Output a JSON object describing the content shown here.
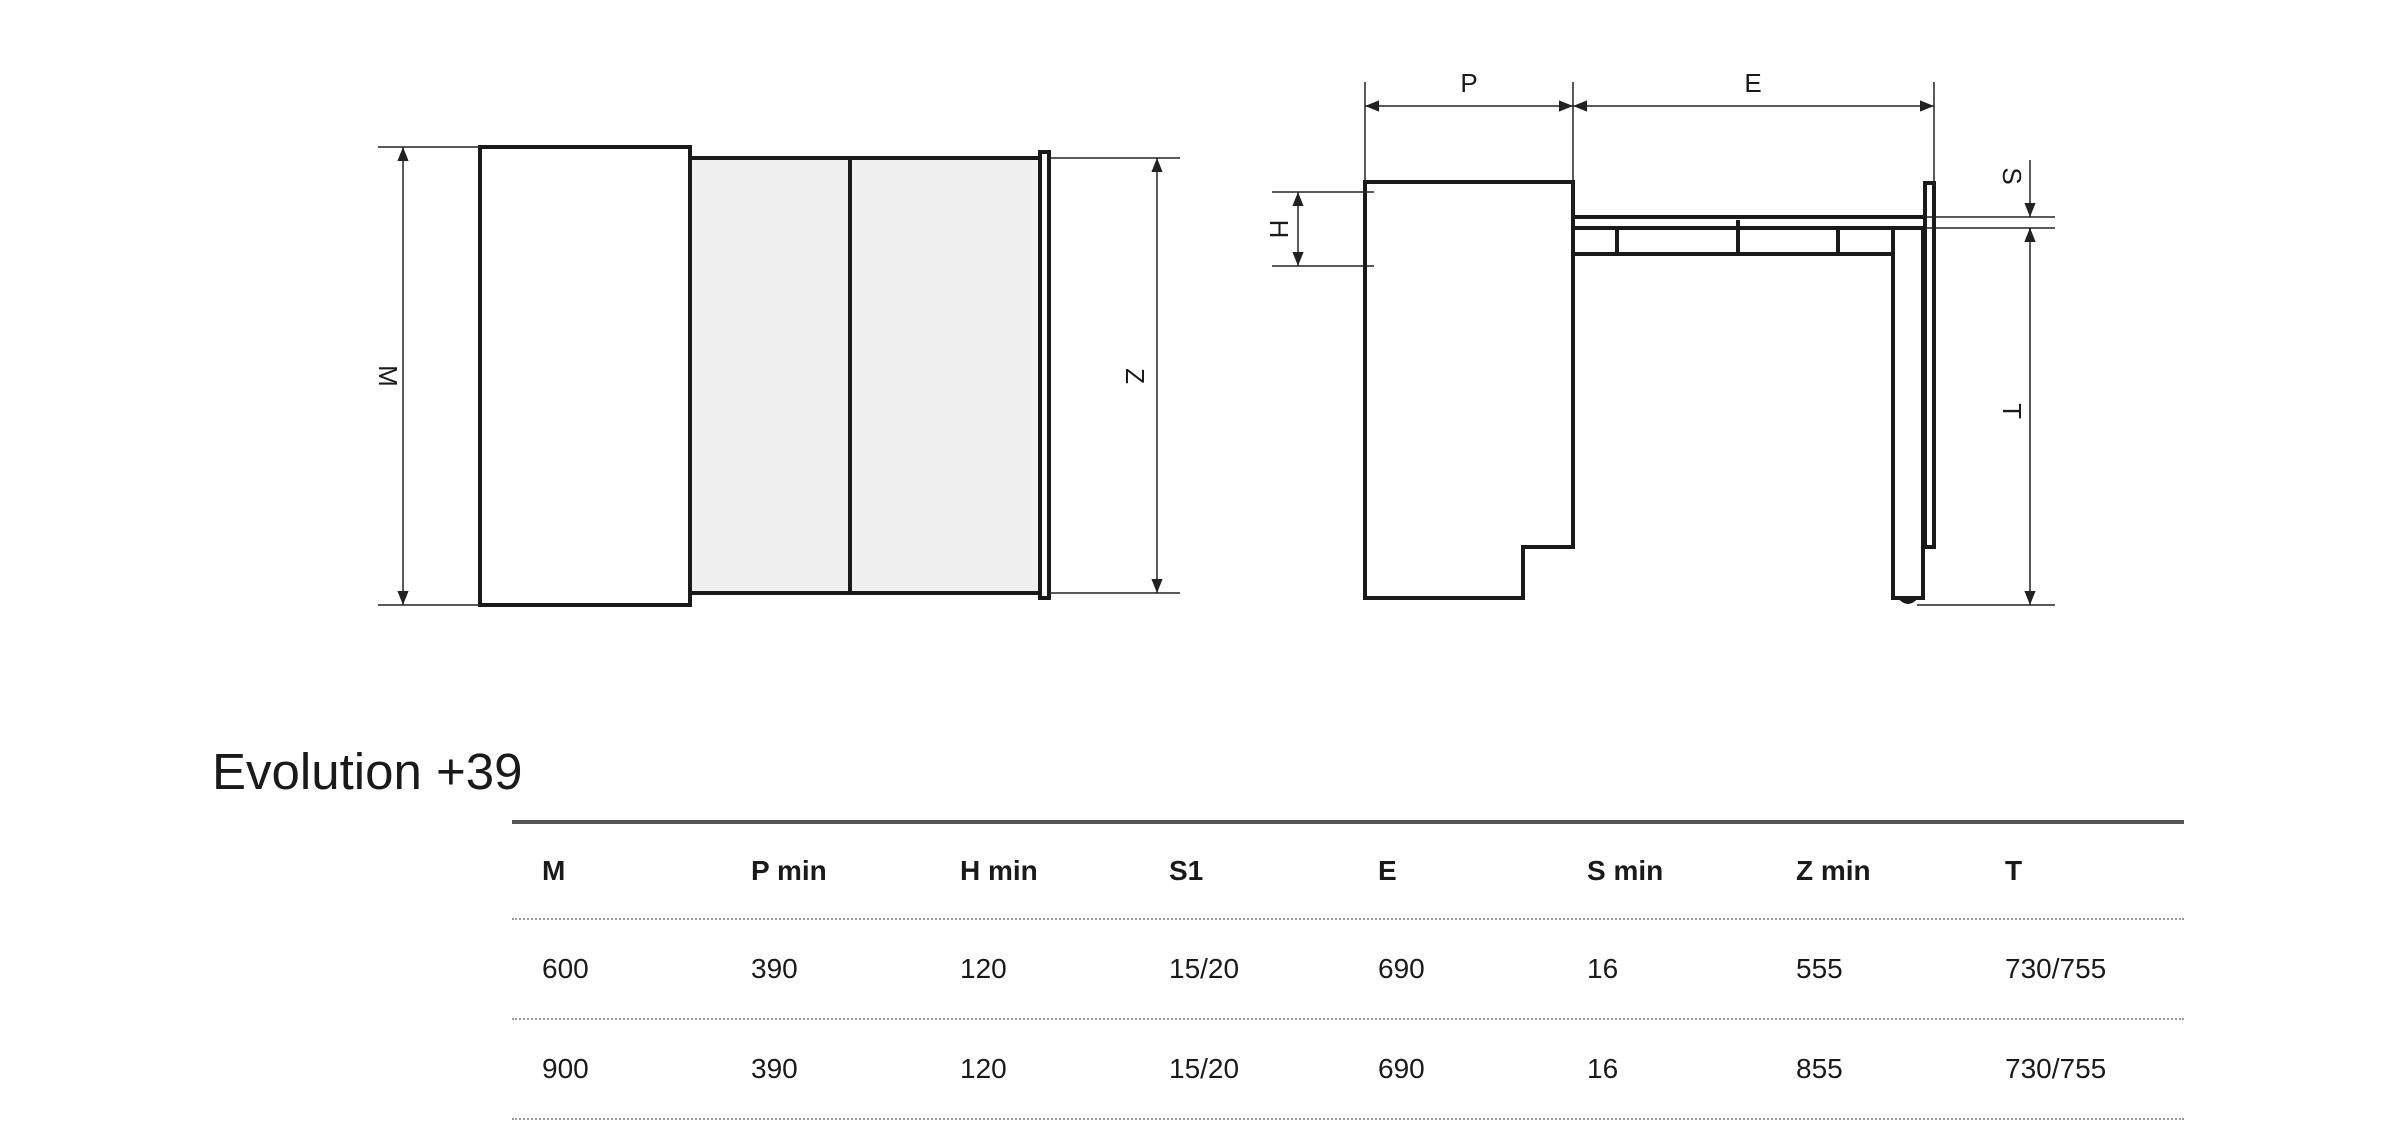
{
  "diagram": {
    "front_view": {
      "dimensions": {
        "height_total": "M",
        "depth_drawer": "Z"
      }
    },
    "side_view": {
      "dimensions": {
        "depth": "P",
        "extension": "E",
        "height": "H",
        "shelf": "S",
        "total_height": "T"
      }
    },
    "colors": {
      "line": "#1a1a1a",
      "panel_fill": "#f0f0f0",
      "dim_line": "#222222"
    }
  },
  "product": {
    "title": "Evolution +39"
  },
  "table": {
    "headers": [
      "M",
      "P min",
      "H min",
      "S1",
      "E",
      "S min",
      "Z min",
      "T"
    ],
    "rows": [
      [
        "600",
        "390",
        "120",
        "15/20",
        "690",
        "16",
        "555",
        "730/755"
      ],
      [
        "900",
        "390",
        "120",
        "15/20",
        "690",
        "16",
        "855",
        "730/755"
      ]
    ]
  }
}
